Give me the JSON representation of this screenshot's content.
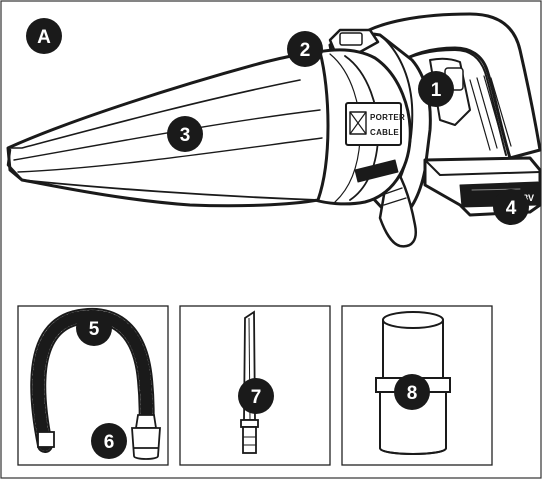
{
  "figure": {
    "panel_label": "A",
    "brand_lines": [
      "PORTER",
      "CABLE"
    ],
    "battery_voltage": "18V",
    "callouts": [
      {
        "id": "1",
        "label": "1"
      },
      {
        "id": "2",
        "label": "2"
      },
      {
        "id": "3",
        "label": "3"
      },
      {
        "id": "4",
        "label": "4"
      },
      {
        "id": "5",
        "label": "5"
      },
      {
        "id": "6",
        "label": "6"
      },
      {
        "id": "7",
        "label": "7"
      },
      {
        "id": "8",
        "label": "8"
      }
    ]
  },
  "colors": {
    "ink": "#1a1a1a",
    "line": "#222222",
    "fill": "#ffffff",
    "shade": "#e8e8e8"
  }
}
